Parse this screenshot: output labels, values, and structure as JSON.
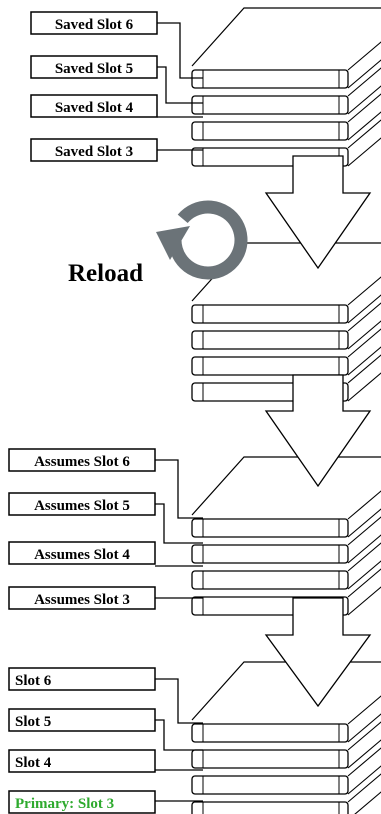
{
  "stage1": {
    "labels": [
      "Saved Slot 6",
      "Saved Slot 5",
      "Saved Slot 4",
      "Saved Slot 3"
    ]
  },
  "reload": {
    "label": "Reload",
    "icon": "reload-icon",
    "icon_color": "#6b7378"
  },
  "stage3": {
    "labels": [
      "Assumes Slot 6",
      "Assumes Slot 5",
      "Assumes Slot 4",
      "Assumes Slot 3"
    ]
  },
  "stage4": {
    "labels": [
      "Slot 6",
      "Slot 5",
      "Slot 4",
      "Primary: Slot 3"
    ],
    "primary_color": "#2eaa2e"
  }
}
